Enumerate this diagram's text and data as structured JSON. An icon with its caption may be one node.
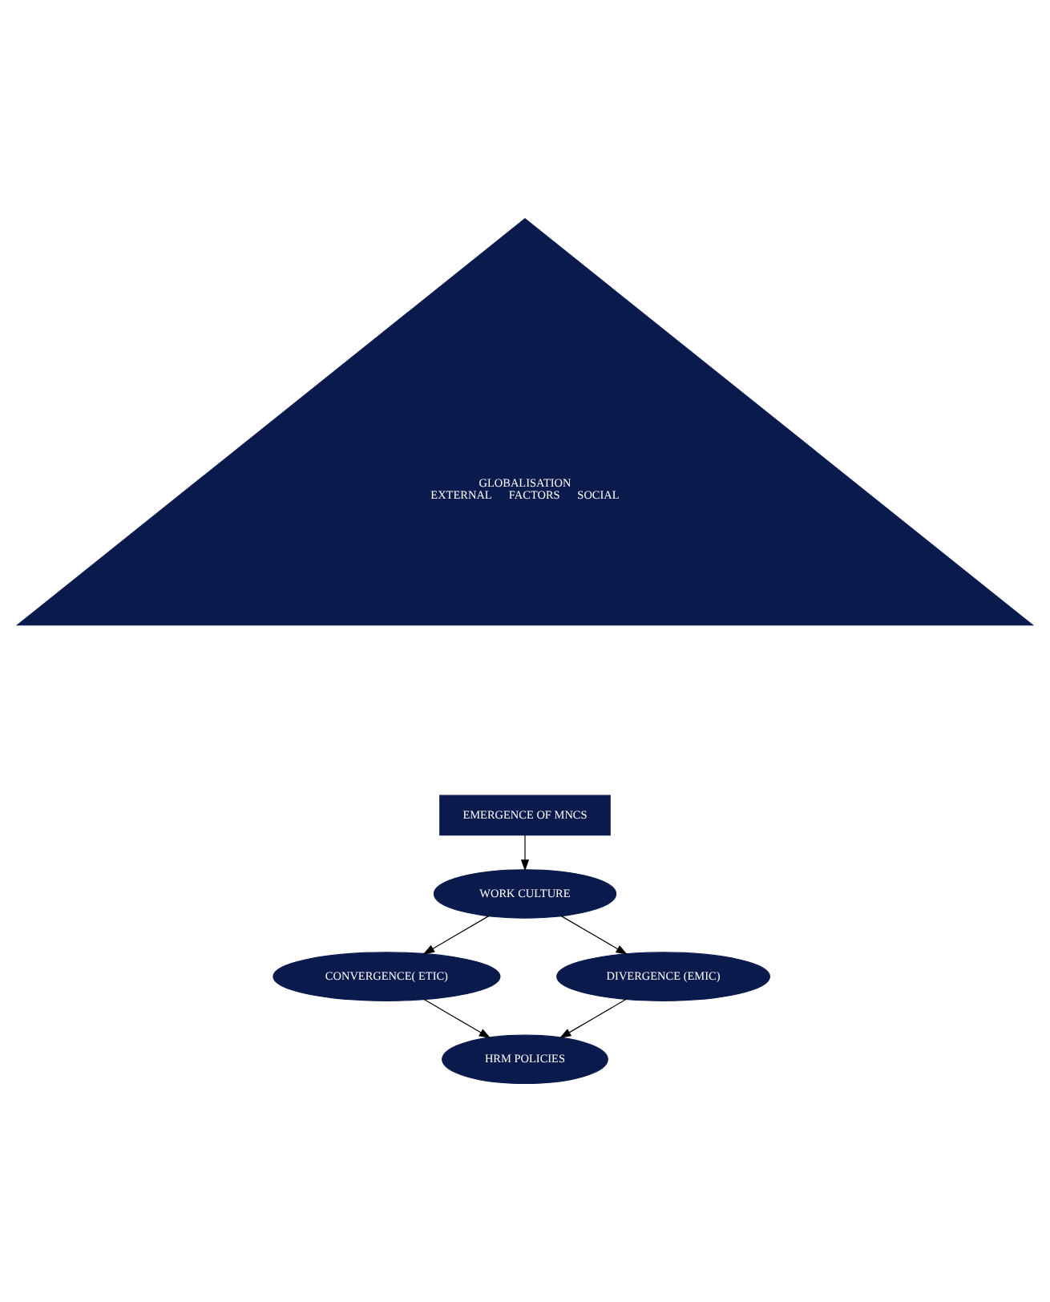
{
  "diagram": {
    "nodes": [
      {
        "text": [
          "GLOBALISATION",
          "EXTERNAL",
          "FACTORS",
          "SOCIAL"
        ]
      },
      {
        "text": [
          "EMERGENCE OF MNCS"
        ]
      },
      {
        "text": [
          "WORK CULTURE"
        ]
      },
      {
        "text": [
          "CONVERGENCE( ETIC)"
        ]
      },
      {
        "text": [
          "DIVERGENCE (EMIC)"
        ]
      },
      {
        "text": [
          "HRM POLICIES"
        ]
      }
    ],
    "edges": [
      {
        "from": 1,
        "to": 2,
        "arrow": "to"
      },
      {
        "from": 2,
        "to": 3,
        "arrow": "to"
      },
      {
        "from": 2,
        "to": 4,
        "arrow": "to"
      },
      {
        "from": 3,
        "to": 5,
        "arrow": "to"
      },
      {
        "from": 4,
        "to": 5,
        "arrow": "to"
      }
    ]
  }
}
